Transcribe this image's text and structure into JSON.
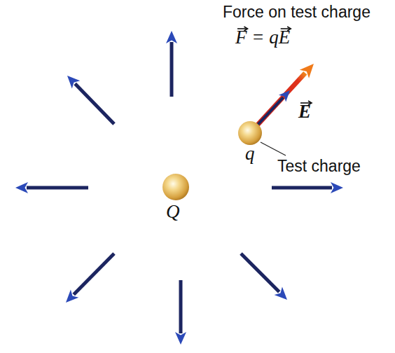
{
  "diagram": {
    "labels": [
      "Force on test charge",
      "F = qE",
      "E",
      "q",
      "Test charge",
      "Q"
    ]
  }
}
